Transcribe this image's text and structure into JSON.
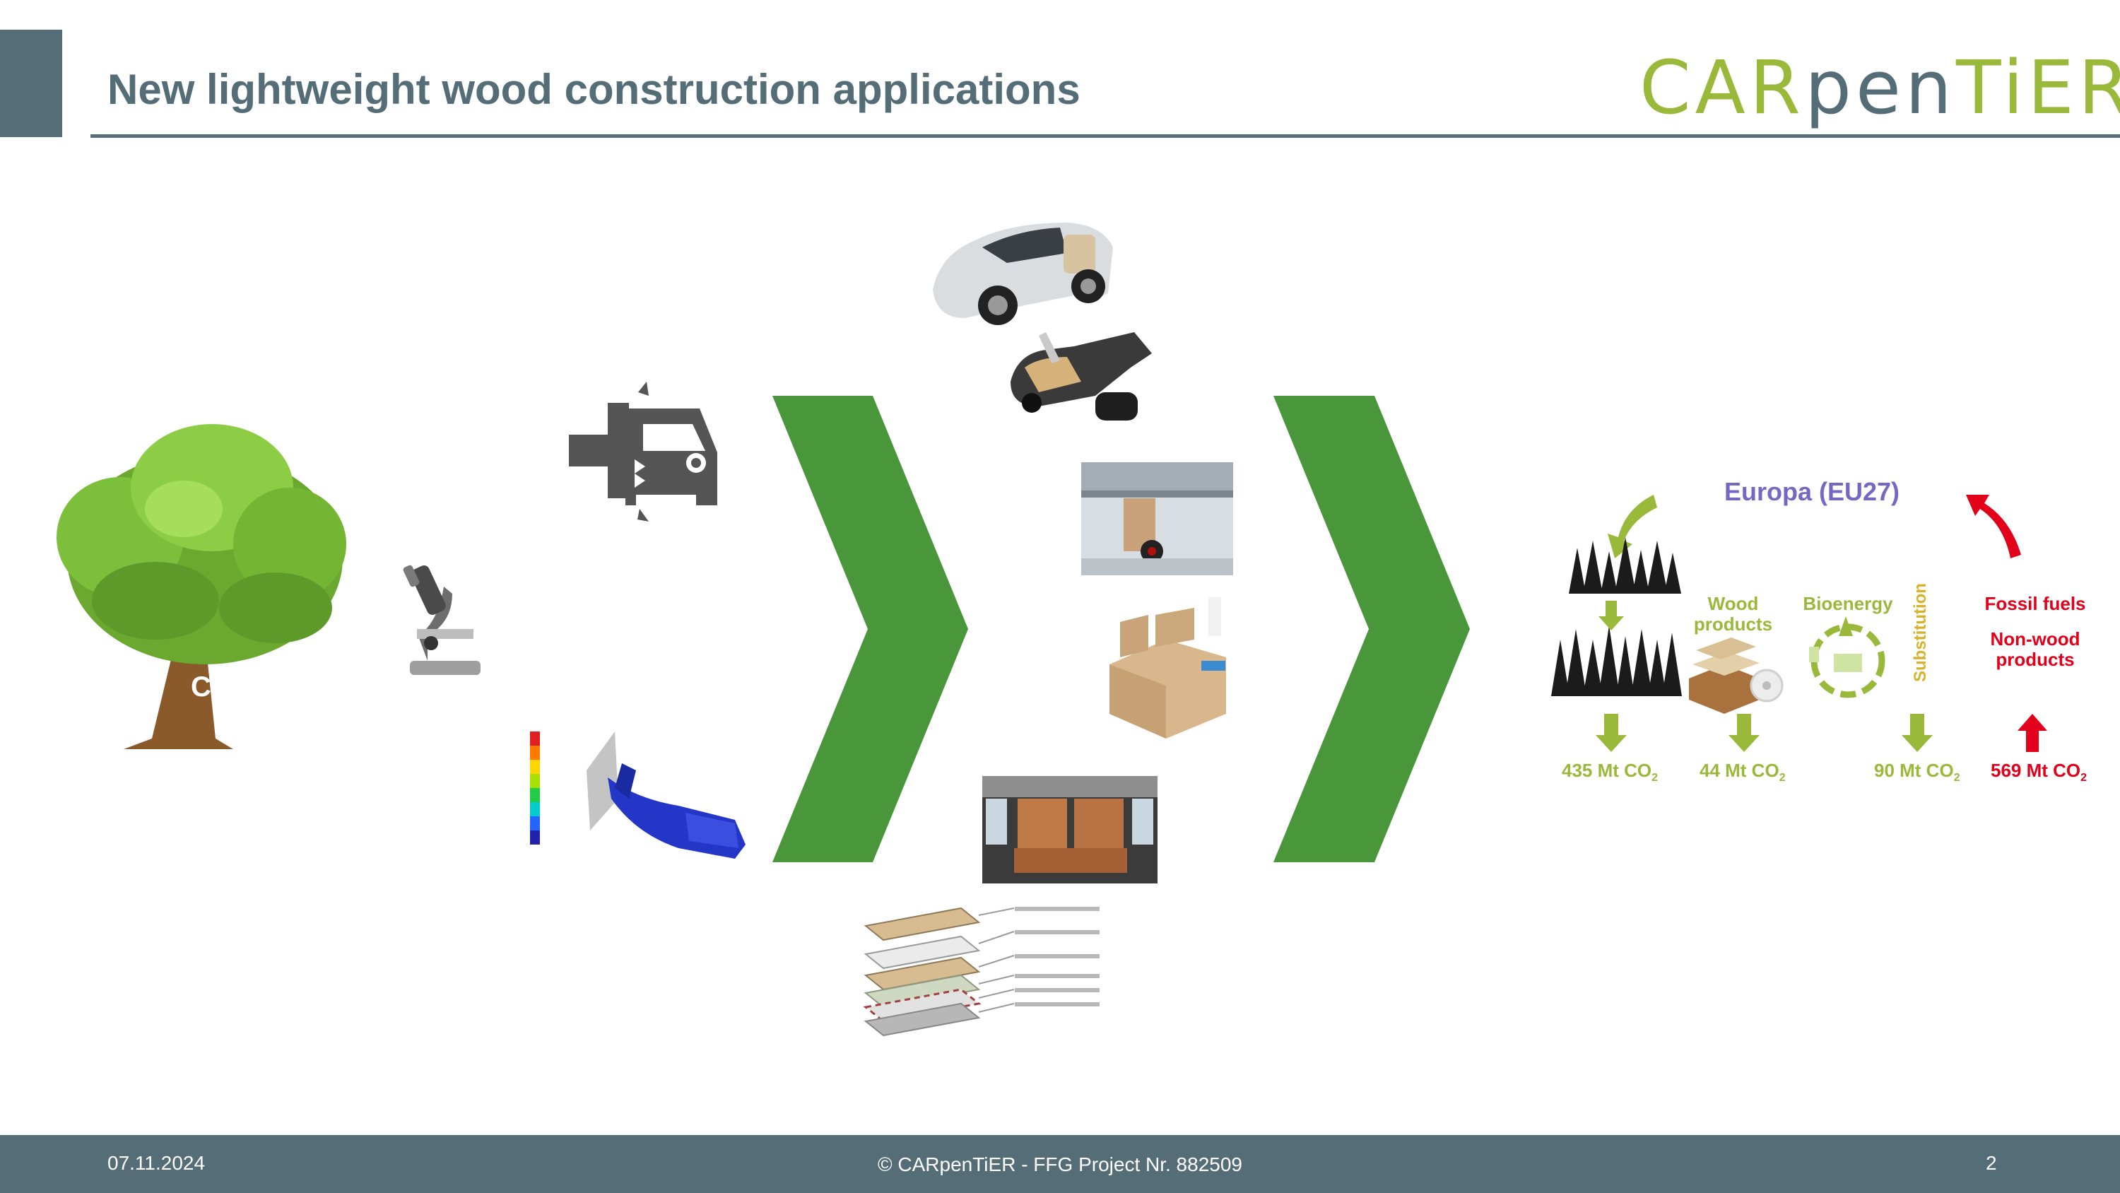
{
  "slide": {
    "title": "New lightweight wood construction applications",
    "logo": {
      "part1": "CAR",
      "part2": "pen",
      "part3": "TiER"
    },
    "footer": {
      "date": "07.11.2024",
      "copyright": "© CARpenTiER - FFG Project Nr. 882509",
      "page": "2"
    }
  },
  "tree": {
    "letter": "C"
  },
  "icons": [
    "tree-icon",
    "microscope-icon",
    "car-crash-icon",
    "simulation-heatmap-icon"
  ],
  "applications": [
    "electric-car-image",
    "motorbike-image",
    "aircraft-image",
    "wooden-box-image",
    "train-seat-image",
    "layered-panel-diagram"
  ],
  "colors": {
    "accent": "#556d77",
    "chevron": "#4a963b",
    "green": "#9ab93b",
    "red": "#e3001b",
    "purple": "#7468c2",
    "yellow": "#d6b32a"
  },
  "eu_diagram": {
    "title": "Europa (EU27)",
    "wood_products": "Wood products",
    "bioenergy": "Bioenergy",
    "substitution": "Substitution",
    "fossil_fuels": "Fossil fuels",
    "non_wood": "Non-wood products",
    "values": [
      {
        "num": "435 Mt CO",
        "sub": "2"
      },
      {
        "num": "44 Mt CO",
        "sub": "2"
      },
      {
        "num": "90 Mt CO",
        "sub": "2"
      },
      {
        "num": "569 Mt CO",
        "sub": "2"
      }
    ]
  }
}
